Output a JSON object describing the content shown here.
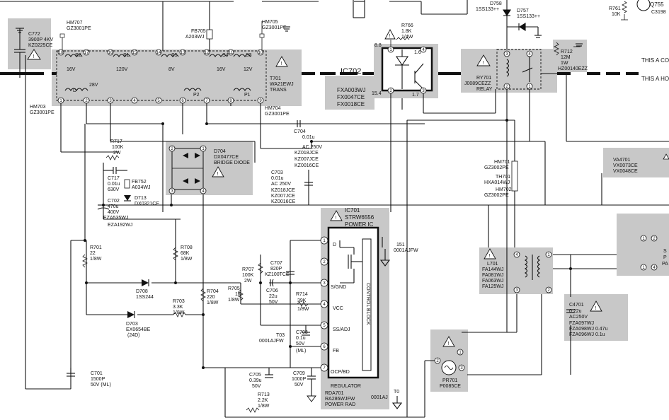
{
  "components": {
    "c772": [
      "C772",
      "3900P 4KV",
      "KZ0225CE"
    ],
    "hm707": [
      "HM707",
      "GZ3001PE"
    ],
    "hm705": [
      "HM705",
      "GZ3001PE"
    ],
    "hm703": [
      "HM703",
      "GZ3001PE"
    ],
    "hm704": [
      "HM704",
      "GZ3001PE"
    ],
    "fb705": [
      "FB705",
      "A203WJ"
    ],
    "t701": [
      "T701",
      "WA21EWJ",
      "TRANS"
    ],
    "transformer_taps": [
      "S2",
      "S1",
      "S5",
      "S4",
      "S3",
      "D",
      "P2",
      "P1"
    ],
    "transformer_voltages": [
      "16V",
      "120V",
      "8V",
      "16V",
      "12V",
      "28V"
    ],
    "ic702": [
      "IC702",
      "FXA003WJ",
      "FX0047CE",
      "FX0018CE"
    ],
    "ic702_pins": [
      "8.8",
      "1.6",
      "15.4",
      "1.7"
    ],
    "r766": [
      "R766",
      "1.8K",
      "1/4W"
    ],
    "d758": [
      "D758",
      "1SS133++"
    ],
    "d757": [
      "D757",
      "1SS133++"
    ],
    "r761": [
      "R761",
      "10K"
    ],
    "q755": [
      "Q755",
      "C3198"
    ],
    "ry701": [
      "RY701",
      "J0089CEZZ",
      "RELAY"
    ],
    "r712": [
      "R712",
      "12M",
      "1W",
      "HZ00140EZZ"
    ],
    "note_cold": "THIS A COLD S",
    "note_hot": "THIS A HOT SI",
    "c704": [
      "C704",
      "0.01u"
    ],
    "ac250": [
      "AC 250V",
      "KZ018JCE",
      "KZ007JCE",
      "KZ0016CE"
    ],
    "d704": [
      "D704",
      "DX0477CE",
      "BRIDGE DIODE"
    ],
    "r717": [
      "R717",
      "100K",
      "2W"
    ],
    "c717": [
      "C717",
      "0.01u",
      "630V"
    ],
    "fb752": [
      "FB752",
      "A034WJ"
    ],
    "d713": [
      "D713",
      "DX0321CE"
    ],
    "c702": [
      "C702",
      "470u",
      "400V",
      "EZA535WJ"
    ],
    "eza192": "EZA192WJ",
    "c703": [
      "C703",
      "0.01u",
      "AC 250V",
      "KZ018JCE",
      "KZ007JCE",
      "KZ0016CE"
    ],
    "ic701": [
      "IC701",
      "STRW6556",
      "POWER IC"
    ],
    "ic701_pins": [
      "D",
      "S/GND",
      "VCC",
      "SS/ADJ",
      "FB",
      "OCP/BD"
    ],
    "control_block": "CONTROL BLOCK",
    "regulator": "REGULATOR",
    "rda701": [
      "RDA701",
      "RA286WJFW",
      "POWER RAD"
    ],
    "r151": [
      "151",
      "0001AJFW"
    ],
    "r701": [
      "R701",
      "22",
      "1/8W"
    ],
    "r708": [
      "R708",
      "68K",
      "1/8W"
    ],
    "r707": [
      "R707",
      "100K",
      "2W"
    ],
    "c707": [
      "C707",
      "820P",
      "KZ100TCE"
    ],
    "d708": [
      "D708",
      "1SS244"
    ],
    "r704": [
      "R704",
      "220",
      "1/8W"
    ],
    "r705": [
      "R705",
      "1K",
      "1/8W"
    ],
    "c706": [
      "C706",
      "22u",
      "50V"
    ],
    "r714": [
      "R714",
      "39K",
      "1/8W"
    ],
    "r703": [
      "R703",
      "3.3K",
      "1/8W"
    ],
    "d703": [
      "D703",
      "EX0654BE",
      "(24D)"
    ],
    "c708": [
      "C708",
      "0.1u",
      "50V",
      "(ML)"
    ],
    "t03": [
      "T03",
      "0001AJFW"
    ],
    "c701": [
      "C701",
      "1500P",
      "50V (ML)"
    ],
    "c705": [
      "C705",
      "0.39u",
      "50V"
    ],
    "c709": [
      "C709",
      "1000P",
      "50V"
    ],
    "r713": [
      "R713",
      "2.2K",
      "1/8W"
    ],
    "t0": [
      "T0",
      "0001AJ"
    ],
    "hm701": [
      "HM701",
      "GZ3002PE"
    ],
    "th701": [
      "TH701",
      "HXA014WJ"
    ],
    "hm702": [
      "HM702",
      "GZ3002PE"
    ],
    "va4701": [
      "VA4701",
      "VX0073CE",
      "VX0048CE"
    ],
    "l701": [
      "L701",
      "FA144WJ",
      "FA081WJ",
      "FA063WJ",
      "FA125WJ"
    ],
    "c4701": [
      "C4701",
      "0.22u",
      "AC250V",
      "FZA097WJ",
      "FZA098WJ 0.47u",
      "FZA096WJ 0.1u"
    ],
    "pr701": [
      "PR701",
      "P0085CE"
    ],
    "right_edge": [
      "S",
      "P",
      "PA"
    ]
  }
}
